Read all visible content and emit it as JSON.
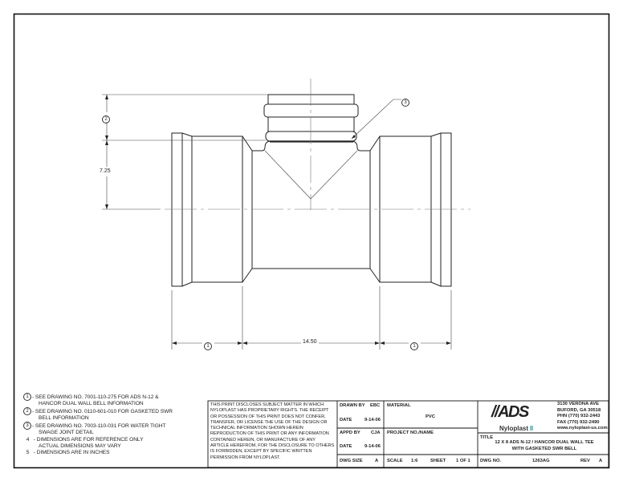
{
  "drawing": {
    "callouts": {
      "c1_left": "1",
      "c1_right": "1",
      "c2": "2",
      "c3": "3"
    },
    "dimensions": {
      "vertical_upper": "2",
      "vertical_lower": "7.25",
      "horizontal_center": "14.50"
    }
  },
  "notes": [
    {
      "marker": "1",
      "circled": true,
      "lines": [
        "- SEE DRAWING NO. 7001-110-275 FOR ADS N-12 &",
        "HANCOR DUAL WALL BELL INFORMATION"
      ]
    },
    {
      "marker": "2",
      "circled": true,
      "lines": [
        "- SEE DRAWING NO. 0110-601-010 FOR GASKETED SWR",
        "BELL INFORMATION"
      ]
    },
    {
      "marker": "3",
      "circled": true,
      "lines": [
        "- SEE DRAWING NO. 7003-110-031 FOR WATER TIGHT",
        "SWAGE JOINT DETAIL"
      ]
    },
    {
      "marker": "4",
      "circled": false,
      "lines": [
        "- DIMENSIONS ARE FOR REFERENCE ONLY",
        "ACTUAL DIMENSIONS MAY VARY"
      ]
    },
    {
      "marker": "5",
      "circled": false,
      "lines": [
        "- DIMENSIONS ARE IN INCHES"
      ]
    }
  ],
  "title_block": {
    "disclaimer": [
      "THIS PRINT DISCLOSES SUBJECT MATTER IN WHICH",
      "NYLOPLAST HAS PROPRIETARY RIGHTS.  THE RECEIPT",
      "OR POSSESSION OF THIS PRINT DOES NOT CONFER,",
      "TRANSFER, OR LICENSE THE USE OF THE DESIGN OR",
      "TECHNICAL INFORMATION SHOWN HEREIN",
      "REPRODUCTION OF THIS PRINT OR ANY INFORMATION",
      "CONTAINED HEREIN, OR MANUFACTURE OF ANY",
      "ARTICLE HEREFROM, FOR THE DISCLOSURE TO OTHERS",
      "IS FORBIDDEN, EXCEPT BY SPECIFIC WRITTEN",
      "PERMISSION FROM NYLOPLAST."
    ],
    "drawn_by_label": "DRAWN BY",
    "drawn_by": "EBC",
    "date1_label": "DATE",
    "date1": "9-14-06",
    "appd_by_label": "APPD BY",
    "appd_by": "CJA",
    "date2_label": "DATE",
    "date2": "9-14-06",
    "dwg_size_label": "DWG SIZE",
    "dwg_size": "A",
    "material_label": "MATERIAL",
    "material": "PVC",
    "project_label": "PROJECT NO./NAME",
    "scale_label": "SCALE",
    "scale": "1:6",
    "sheet_label": "SHEET",
    "sheet": "1 OF 1",
    "logo_main": "//ADS",
    "logo_sub": "Nyloplast",
    "address": [
      "3130 VERONA AVE",
      "BUFORD, GA 30518",
      "PHN (770) 932-2443",
      "FAX (770) 932-2490",
      "www.nyloplast-us.com"
    ],
    "title_label": "TITLE",
    "title_line1": "12 X 8 ADS N-12 / HANCOR DUAL WALL TEE",
    "title_line2": "WITH GASKETED SWR BELL",
    "dwg_no_label": "DWG NO.",
    "dwg_no": "1263AG",
    "rev_label": "REV",
    "rev": "A"
  },
  "colors": {
    "line": "#222222",
    "thin_line": "#555555",
    "logo_accent": "#7ec8c3"
  }
}
